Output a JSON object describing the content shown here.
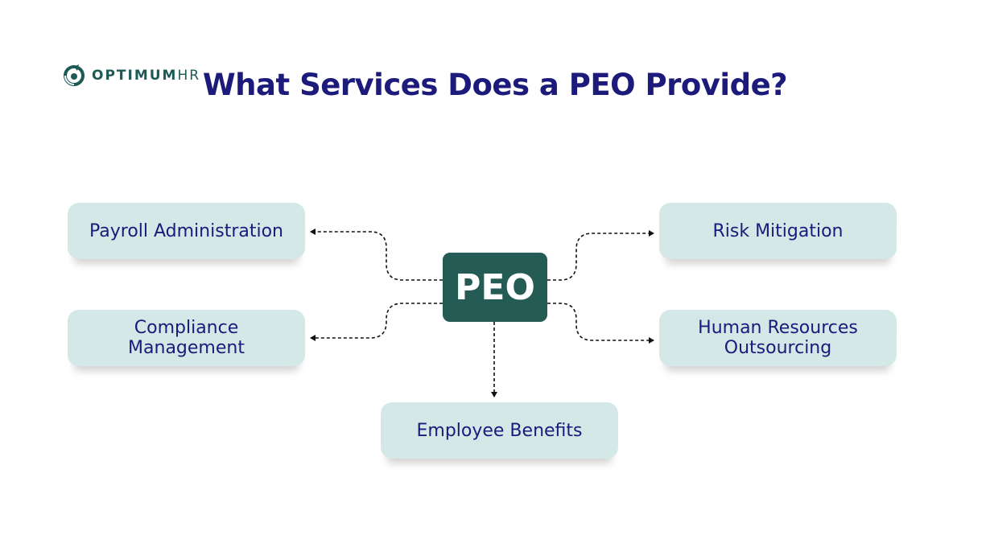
{
  "logo": {
    "bold": "OPTIMUM",
    "light": "HR"
  },
  "title": "What Services Does a PEO Provide?",
  "center": "PEO",
  "services": {
    "payroll": "Payroll Administration",
    "compliance": "Compliance\nManagement",
    "risk": "Risk Mitigation",
    "hr": "Human Resources\nOutsourcing",
    "benefits": "Employee Benefits"
  },
  "colors": {
    "title": "#1c1a7a",
    "center_bg": "#245c55",
    "box_bg": "#d3e8e7",
    "logo": "#1e5a55"
  }
}
